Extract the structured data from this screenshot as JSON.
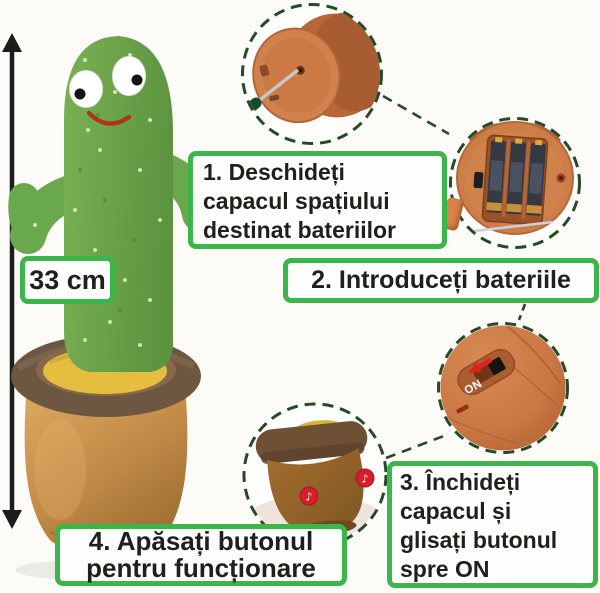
{
  "colors": {
    "background": "#fcfbf8",
    "accent_green": "#3cb54a",
    "dash_green": "#254a25",
    "text": "#221e1c",
    "arrow_black": "#1c1c1c",
    "pot_plastic_orange": "#cd7c46",
    "plush_pot_tan": "#c08a46",
    "cactus_green": "#6aa84e",
    "button_red": "#d41f2a",
    "battery_dark": "#343943",
    "battery_gold": "#d9a93e"
  },
  "measurement": {
    "label": "33 cm"
  },
  "steps": {
    "step1": {
      "lines": [
        "1. Deschideți",
        "capacul spațiului",
        "destinat bateriilor"
      ]
    },
    "step2": {
      "lines": [
        "2. Introduceți bateriile"
      ]
    },
    "step3": {
      "lines": [
        "3. Închideți",
        "capacul și",
        "glisați butonul",
        "spre ON"
      ]
    },
    "step4": {
      "lines": [
        "4. Apăsați butonul",
        "pentru funcționare"
      ]
    }
  },
  "callouts": {
    "battery_cover": {
      "icon": "pot-bottom-with-screwdriver-photo"
    },
    "batteries": {
      "icon": "open-battery-compartment-photo",
      "battery_count": 3
    },
    "switch": {
      "icon": "power-switch-photo",
      "switch_label": "ON"
    },
    "buttons": {
      "icon": "plush-pot-music-buttons-photo",
      "music_note": "♪"
    }
  }
}
